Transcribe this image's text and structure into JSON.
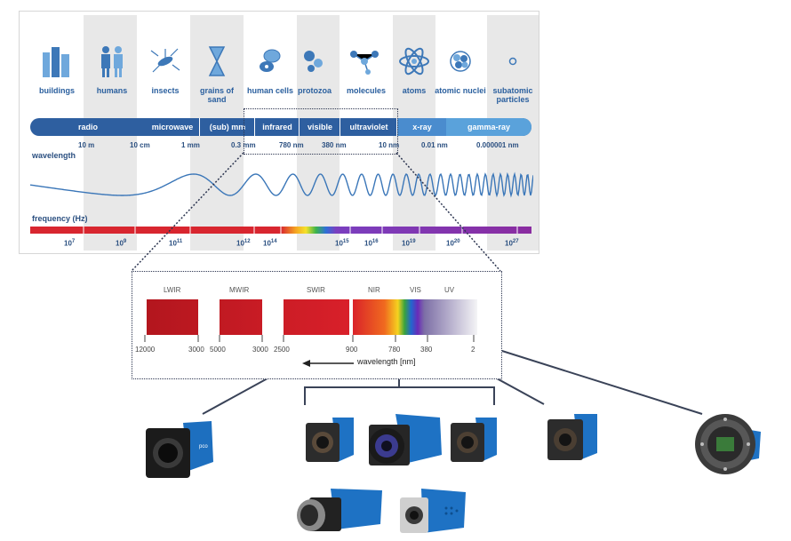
{
  "objects": [
    {
      "label": "buildings",
      "icon": "buildings-icon"
    },
    {
      "label": "humans",
      "icon": "humans-icon"
    },
    {
      "label": "insects",
      "icon": "insect-icon"
    },
    {
      "label": "grains of sand",
      "icon": "hourglass-icon"
    },
    {
      "label": "human cells",
      "icon": "cells-icon"
    },
    {
      "label": "protozoa",
      "icon": "protozoa-icon"
    },
    {
      "label": "molecules",
      "icon": "molecule-icon"
    },
    {
      "label": "atoms",
      "icon": "atom-icon"
    },
    {
      "label": "atomic nuclei",
      "icon": "nucleus-icon"
    },
    {
      "label": "subatomic particles",
      "icon": "particle-icon"
    }
  ],
  "bands": [
    "radio",
    "microwave",
    "(sub) mm",
    "infrared",
    "visible",
    "ultraviolet",
    "x-ray",
    "gamma-ray"
  ],
  "wavelength_label": "wavelength",
  "wavelengths": [
    "10 m",
    "10 cm",
    "1 mm",
    "0.3 mm",
    "780 nm",
    "380 nm",
    "10 nm",
    "0.01 nm",
    "0.000001 nm"
  ],
  "frequency_label": "frequency (Hz)",
  "frequencies": [
    {
      "base": "10",
      "exp": "7"
    },
    {
      "base": "10",
      "exp": "9"
    },
    {
      "base": "10",
      "exp": "11"
    },
    {
      "base": "10",
      "exp": "12"
    },
    {
      "base": "10",
      "exp": "14"
    },
    {
      "base": "10",
      "exp": "15"
    },
    {
      "base": "10",
      "exp": "16"
    },
    {
      "base": "10",
      "exp": "19"
    },
    {
      "base": "10",
      "exp": "20"
    },
    {
      "base": "10",
      "exp": "27"
    }
  ],
  "zoom": {
    "bands": [
      "LWIR",
      "MWIR",
      "SWIR",
      "NIR",
      "VIS",
      "UV"
    ],
    "ticks": [
      "12000",
      "3000",
      "5000",
      "3000",
      "2500",
      "900",
      "780",
      "380",
      "2"
    ],
    "axis_label": "wavelength [nm]"
  },
  "brand": "pco",
  "colors": {
    "band_blue": "#2e5fa0",
    "band_light": "#5aa2db",
    "label_blue": "#2a5f9e",
    "camera_blue": "#1f78c8"
  }
}
